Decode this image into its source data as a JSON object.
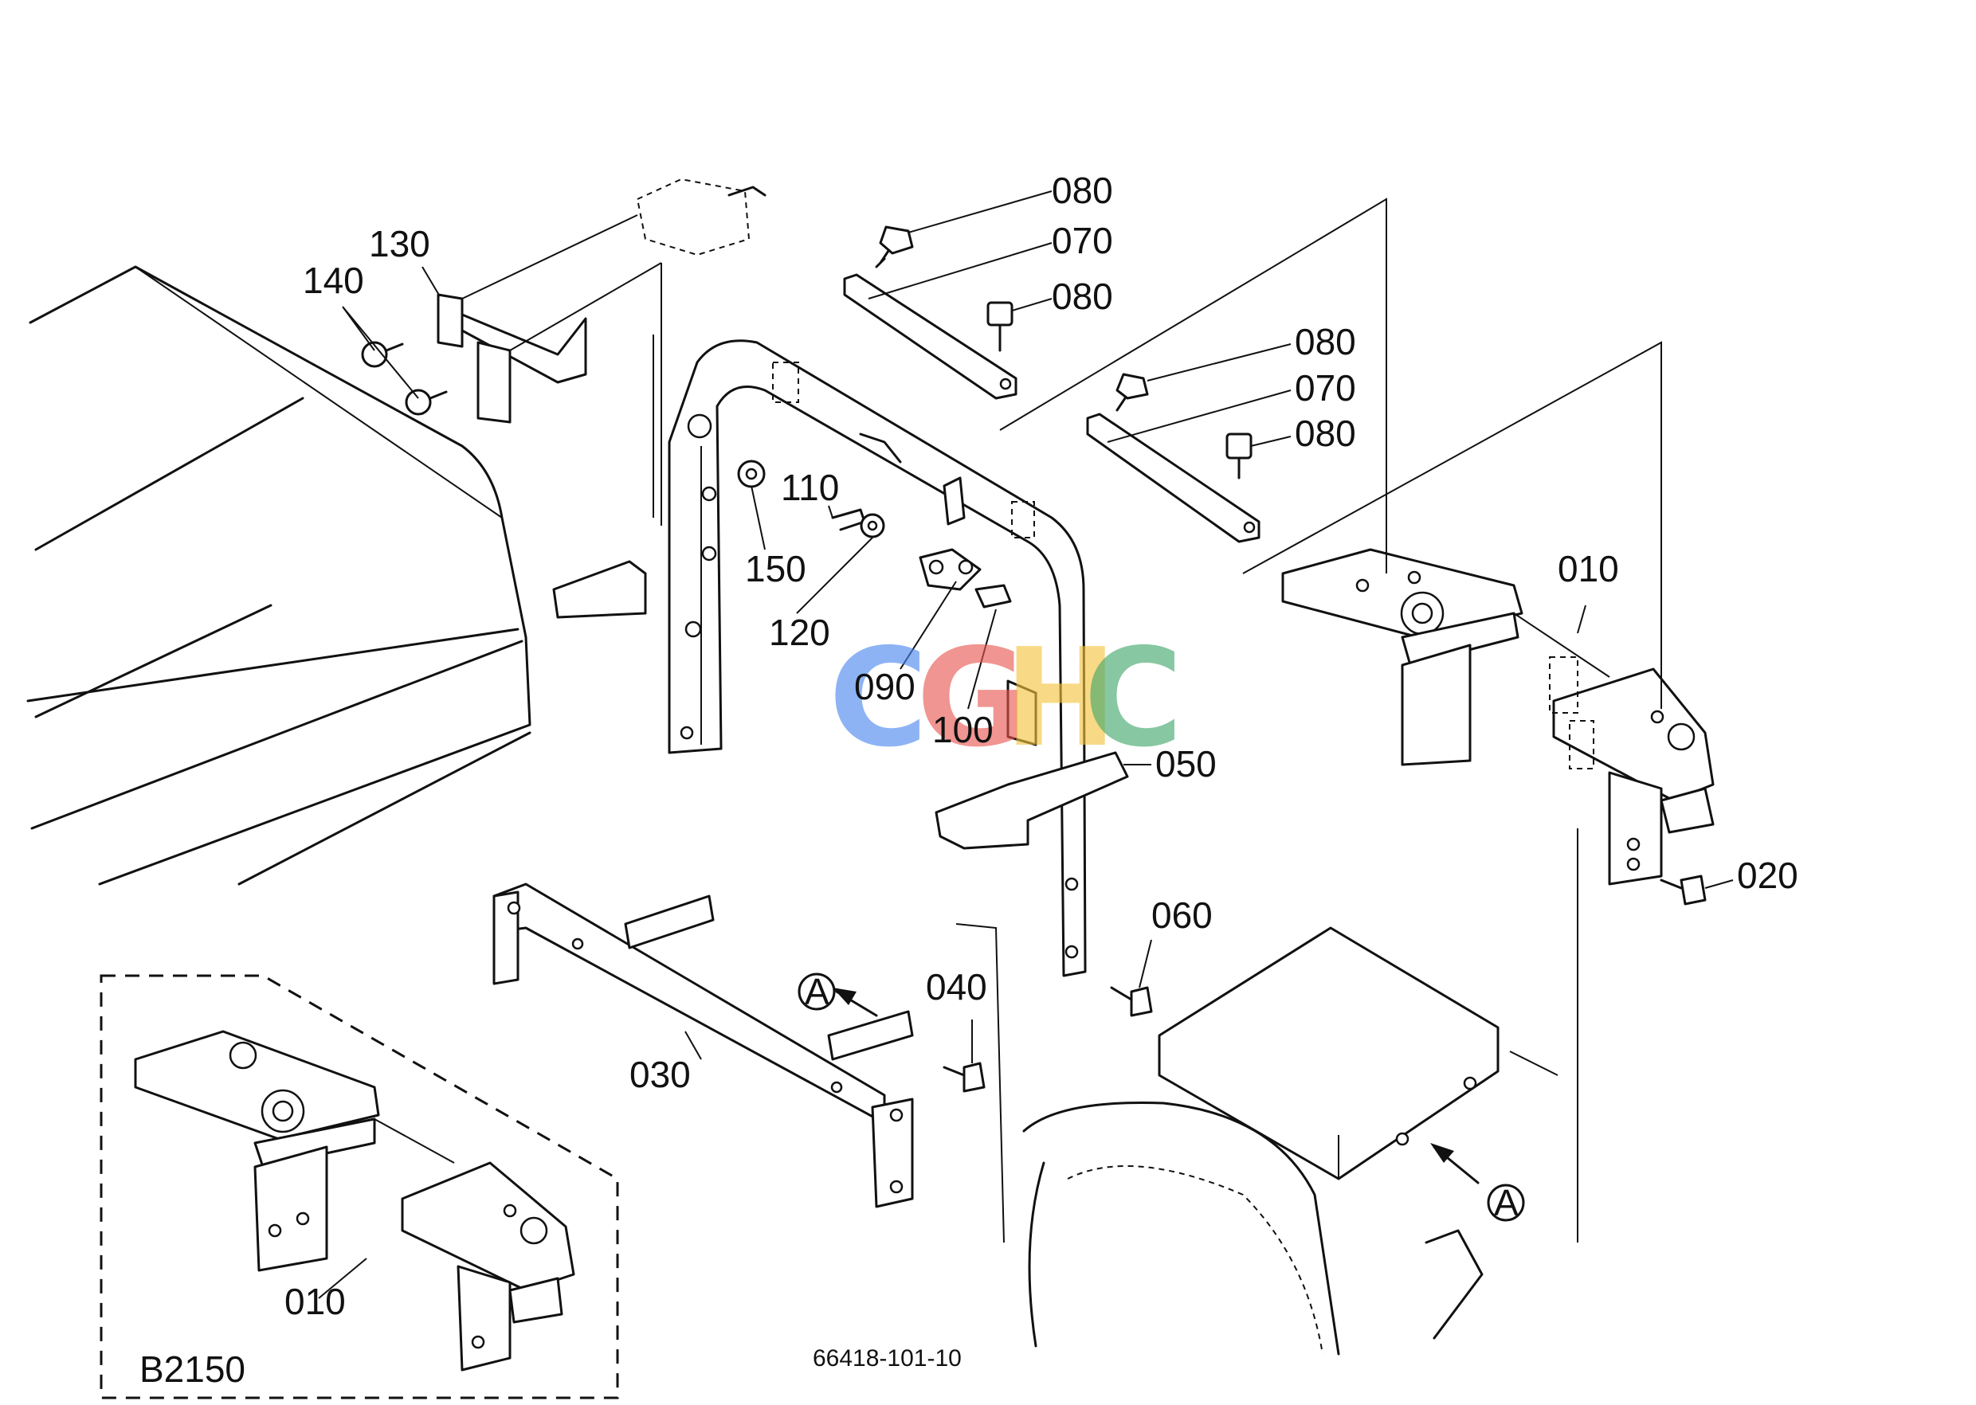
{
  "parts": {
    "p010a": "010",
    "p010b": "010",
    "p020": "020",
    "p030": "030",
    "p040": "040",
    "p050": "050",
    "p060": "060",
    "p070a": "070",
    "p070b": "070",
    "p080a": "080",
    "p080b": "080",
    "p080c": "080",
    "p080d": "080",
    "p090": "090",
    "p100": "100",
    "p110": "110",
    "p120": "120",
    "p130": "130",
    "p140": "140",
    "p150": "150"
  },
  "view_markers": {
    "a1": "A",
    "a2": "A"
  },
  "model_label": "B2150",
  "drawing_number": "66418-101-10",
  "watermark": {
    "text": "CGHC",
    "letters": [
      "C",
      "G",
      "H",
      "C"
    ],
    "colors": [
      "#4A86F0",
      "#E8554E",
      "#F5C33B",
      "#3FA66A"
    ]
  }
}
